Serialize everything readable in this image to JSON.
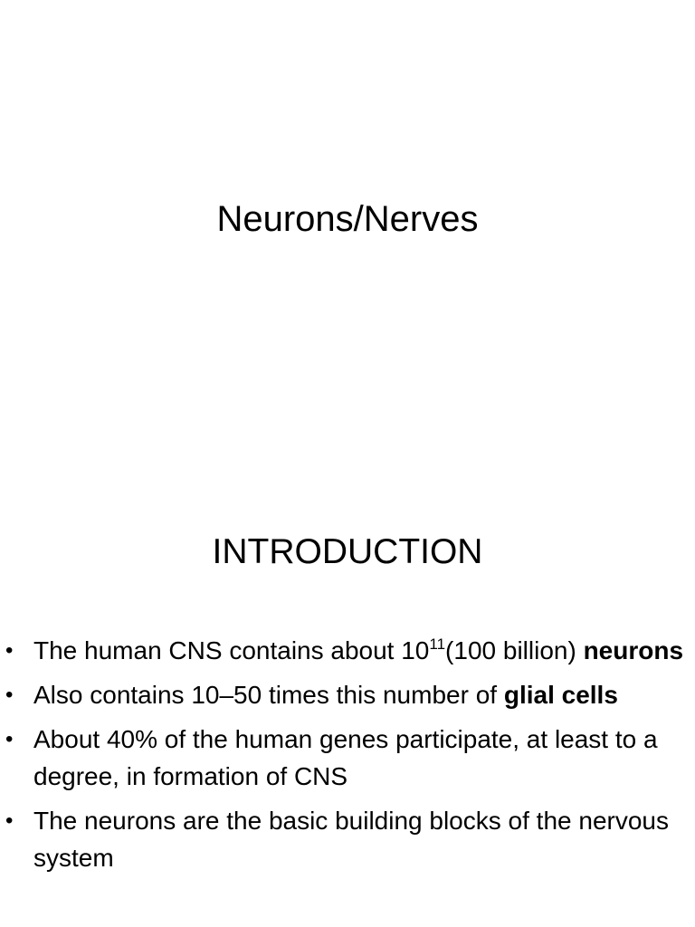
{
  "slide1": {
    "title": "Neurons/Nerves"
  },
  "slide2": {
    "heading": "INTRODUCTION",
    "bullet_symbol": "•",
    "bullets": [
      {
        "pre": "The human CNS contains about 10",
        "sup": "11",
        "post": "(100 billion) ",
        "bold": "neurons",
        "tail": ""
      },
      {
        "pre": "Also contains 10–50 times this number of ",
        "bold": "glial cells"
      },
      {
        "pre": "About 40% of the human genes participate, at least to a degree, in formation of CNS"
      },
      {
        "pre": "The neurons are the basic building blocks of the nervous system"
      }
    ]
  }
}
